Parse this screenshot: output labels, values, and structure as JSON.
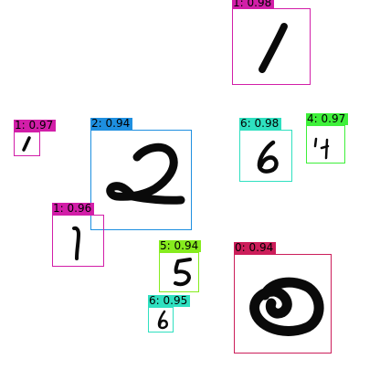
{
  "detections": [
    {
      "digit": "1",
      "label": "1: 0.98",
      "color": "#d21ea8"
    },
    {
      "digit": "1",
      "label": "1: 0.97",
      "color": "#d21ea8"
    },
    {
      "digit": "2",
      "label": "2: 0.94",
      "color": "#1e8fe0"
    },
    {
      "digit": "6",
      "label": "6: 0.98",
      "color": "#2fe0c0"
    },
    {
      "digit": "4",
      "label": "4: 0.97",
      "color": "#3ef03a"
    },
    {
      "digit": "1",
      "label": "1: 0.96",
      "color": "#d21ea8"
    },
    {
      "digit": "5",
      "label": "5: 0.94",
      "color": "#86ec1e"
    },
    {
      "digit": "0",
      "label": "0: 0.94",
      "color": "#cc1e5a"
    },
    {
      "digit": "6",
      "label": "6: 0.95",
      "color": "#2fe0c0"
    }
  ]
}
